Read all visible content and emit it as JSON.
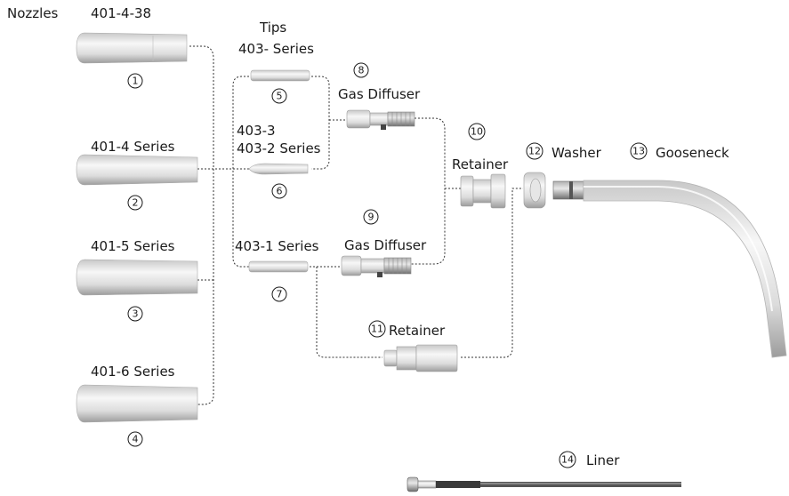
{
  "labels": {
    "nozzles": "Nozzles",
    "nozzle_1": "401-4-38",
    "nozzle_2": "401-4 Series",
    "nozzle_3": "401-5 Series",
    "nozzle_4": "401-6 Series",
    "tips": "Tips",
    "tips_403": "403- Series",
    "tip_6_line1": "403-3",
    "tip_6_line2": "403-2 Series",
    "tip_7": "403-1 Series",
    "gas_diffuser_8": "Gas Diffuser",
    "gas_diffuser_9": "Gas Diffuser",
    "retainer_10": "Retainer",
    "retainer_11": "Retainer",
    "washer": "Washer",
    "gooseneck": "Gooseneck",
    "liner": "Liner"
  },
  "numbers": {
    "n1": "1",
    "n2": "2",
    "n3": "3",
    "n4": "4",
    "n5": "5",
    "n6": "6",
    "n7": "7",
    "n8": "8",
    "n9": "9",
    "n10": "10",
    "n11": "11",
    "n12": "12",
    "n13": "13",
    "n14": "14"
  },
  "colors": {
    "part_light": "#f4f4f4",
    "part_mid": "#d9d9d9",
    "part_dark": "#9a9a9a",
    "liner_dark": "#2a2a2a",
    "line": "#333333"
  }
}
